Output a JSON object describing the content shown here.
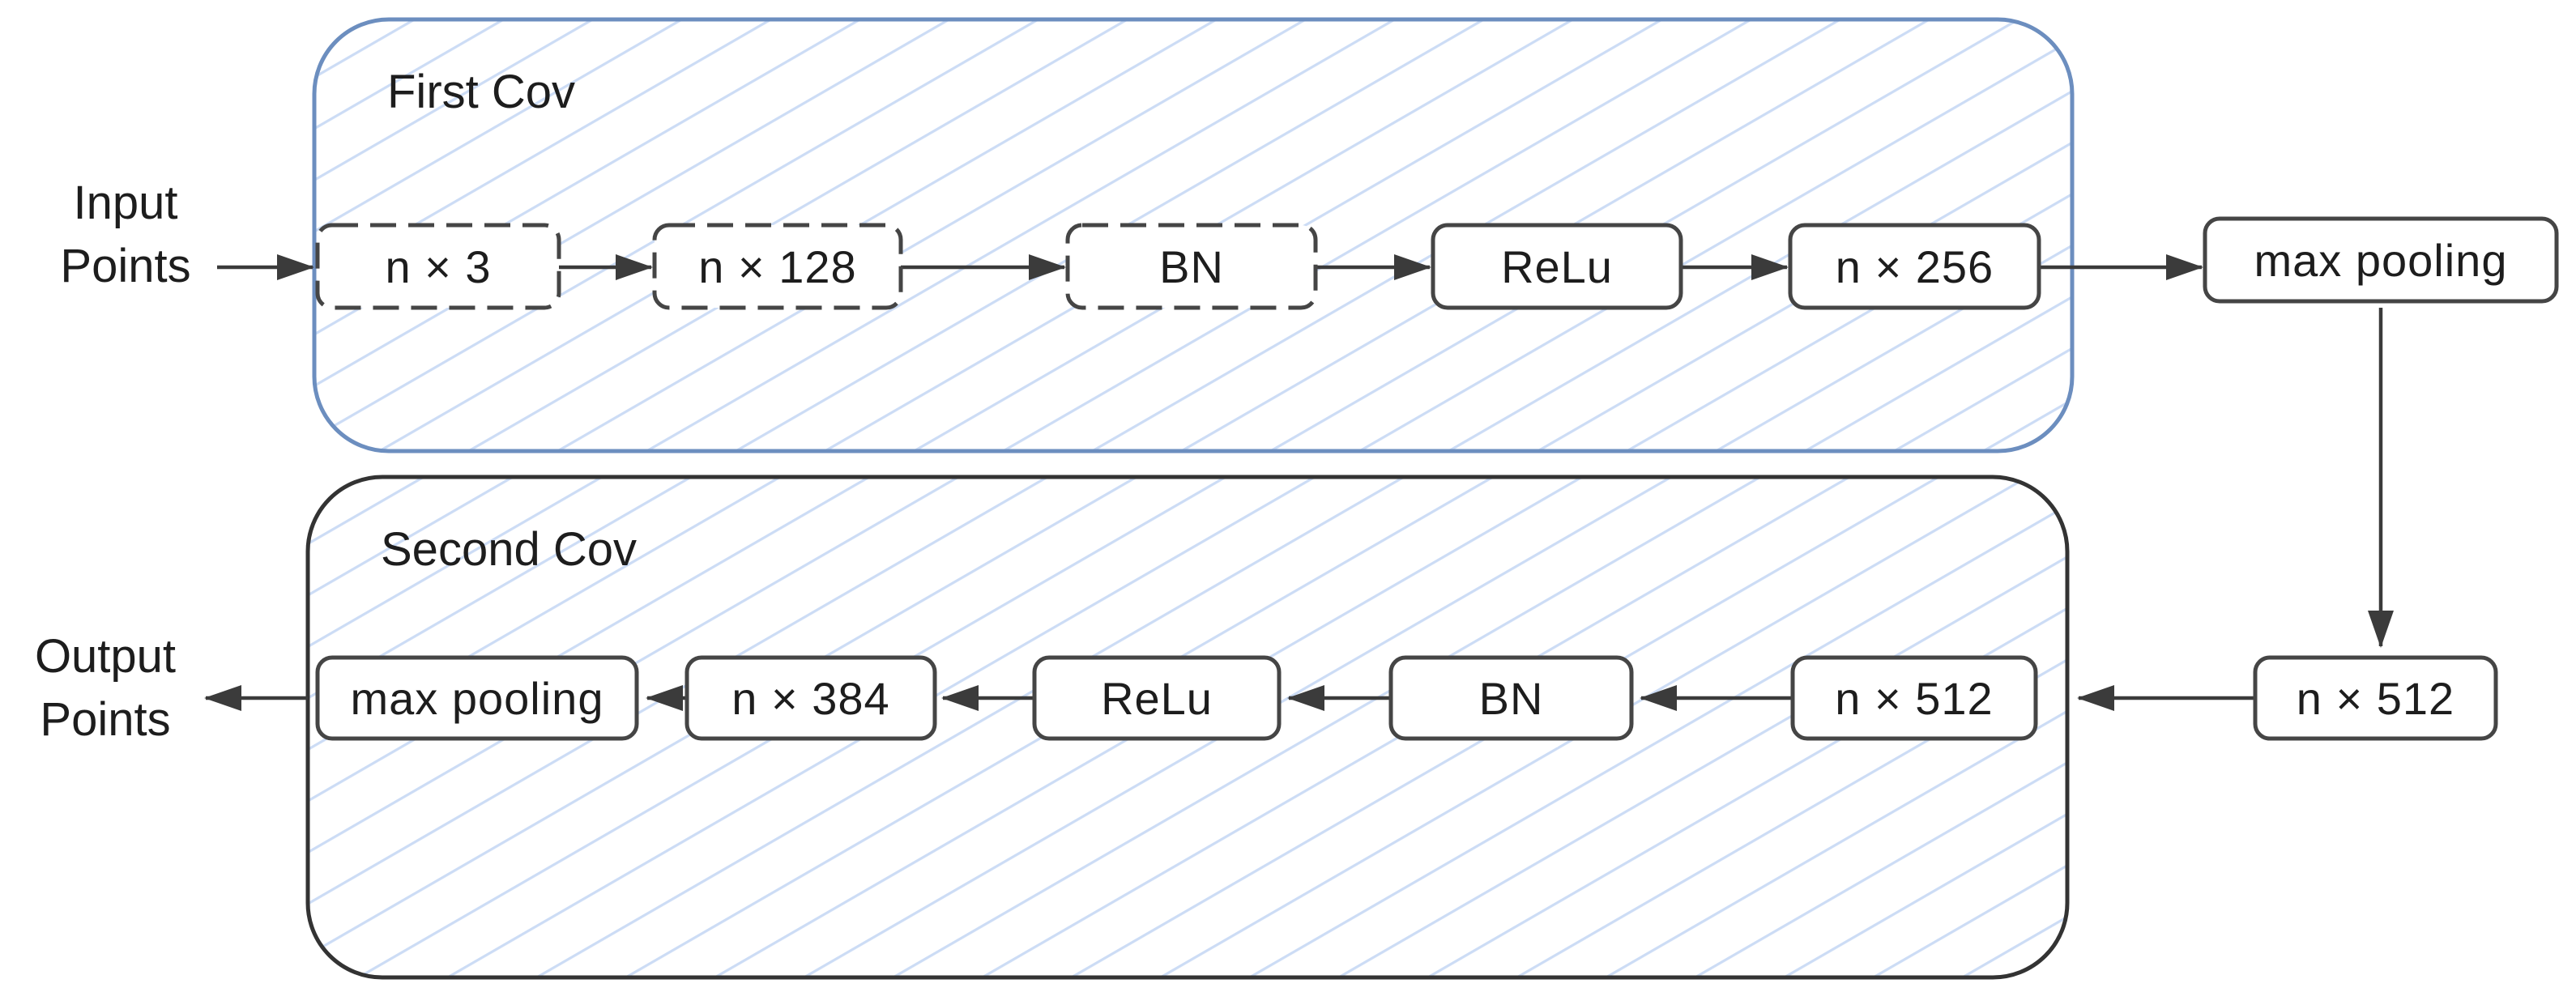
{
  "diagram_type": "neural-network-architecture-flow",
  "blocks": {
    "first_cov": {
      "title": "First Cov",
      "nodes": [
        {
          "id": "n3",
          "label": "n × 3",
          "border": "dashed"
        },
        {
          "id": "n128",
          "label": "n × 128",
          "border": "dashed"
        },
        {
          "id": "bn",
          "label": "BN",
          "border": "dashed"
        },
        {
          "id": "relu",
          "label": "ReLu",
          "border": "solid"
        },
        {
          "id": "n256",
          "label": "n × 256",
          "border": "solid"
        }
      ]
    },
    "second_cov": {
      "title": "Second Cov",
      "nodes": [
        {
          "id": "max_pooling",
          "label": "max pooling",
          "border": "solid"
        },
        {
          "id": "n384",
          "label": "n × 384",
          "border": "solid"
        },
        {
          "id": "relu",
          "label": "ReLu",
          "border": "solid"
        },
        {
          "id": "bn",
          "label": "BN",
          "border": "solid"
        },
        {
          "id": "n512",
          "label": "n × 512",
          "border": "solid"
        }
      ]
    }
  },
  "external_nodes": [
    {
      "id": "max_pooling_top",
      "label": "max pooling",
      "border": "solid"
    },
    {
      "id": "n512_right",
      "label": "n × 512",
      "border": "solid"
    }
  ],
  "endpoints": {
    "input": [
      "Input",
      "Points"
    ],
    "output": [
      "Output",
      "Points"
    ]
  },
  "flow": [
    "Input Points",
    "n × 3",
    "n × 128",
    "BN",
    "ReLu",
    "n × 256",
    "max pooling",
    "n × 512",
    "n × 512",
    "BN",
    "ReLu",
    "n × 384",
    "max pooling",
    "Output Points"
  ],
  "colors": {
    "first_cov_border": "#6c8ebf",
    "second_cov_border": "#333333",
    "hatch_line": "#ccdcf5",
    "node_border": "#454545",
    "arrow": "#3b3b3b",
    "text": "#1d1d1d",
    "node_fill": "#ffffff"
  }
}
